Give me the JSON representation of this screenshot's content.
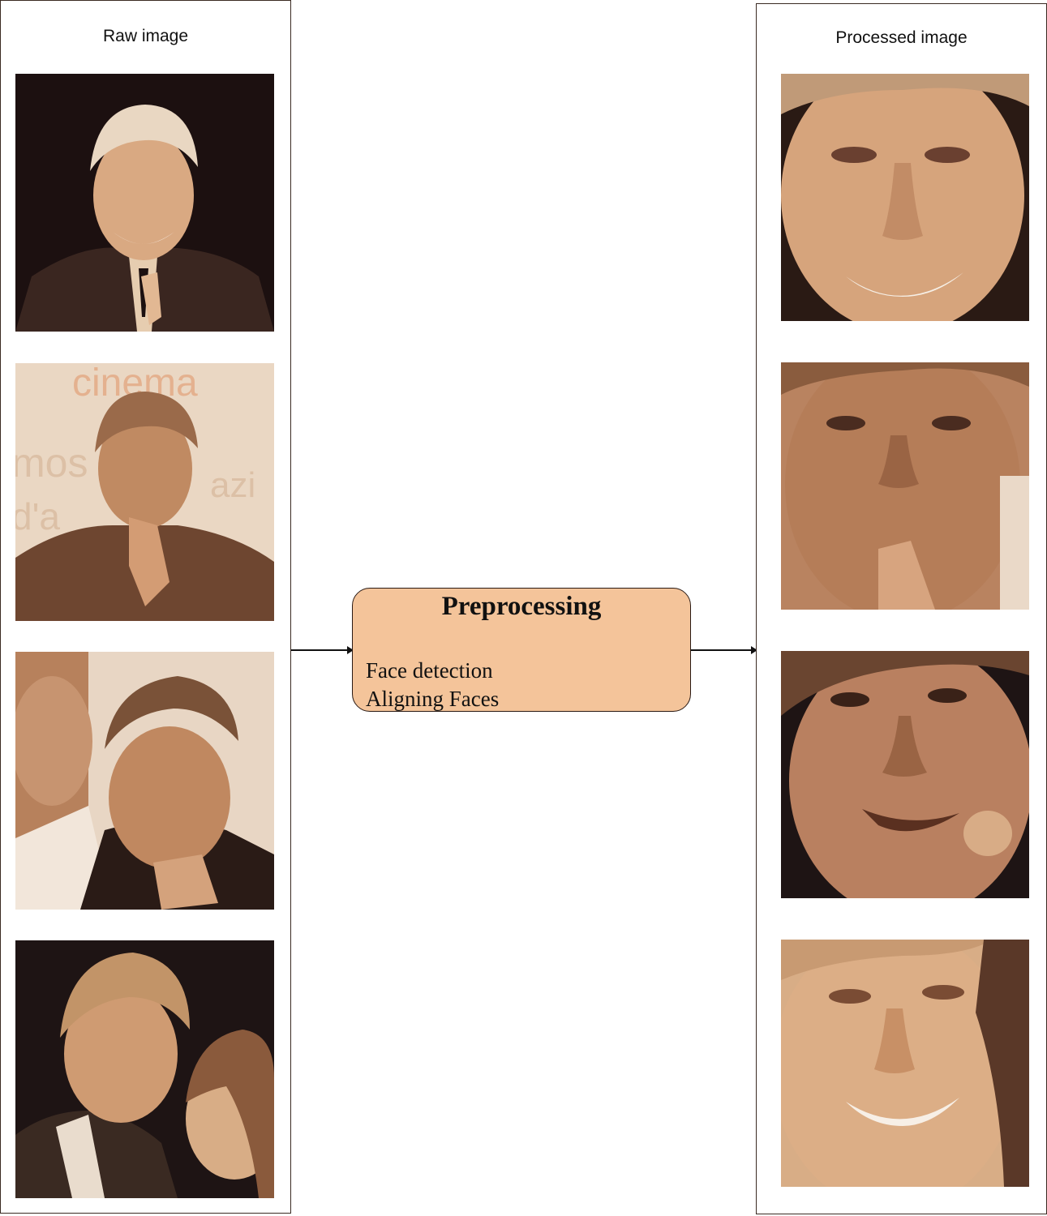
{
  "raw_panel": {
    "title": "Raw image"
  },
  "processed_panel": {
    "title": "Processed image"
  },
  "preprocessing": {
    "title": "Preprocessing",
    "steps": [
      "Face detection",
      "Aligning Faces"
    ]
  },
  "colors": {
    "box_fill": "#f4c49a",
    "border": "#3a2a22",
    "sepia_dark": "#1c1010",
    "sepia_mid": "#9a6a4a",
    "sepia_light": "#e9c9a4"
  },
  "images": {
    "raw": [
      "photo-raw-1",
      "photo-raw-2",
      "photo-raw-3",
      "photo-raw-4"
    ],
    "processed": [
      "photo-processed-1",
      "photo-processed-2",
      "photo-processed-3",
      "photo-processed-4"
    ]
  }
}
